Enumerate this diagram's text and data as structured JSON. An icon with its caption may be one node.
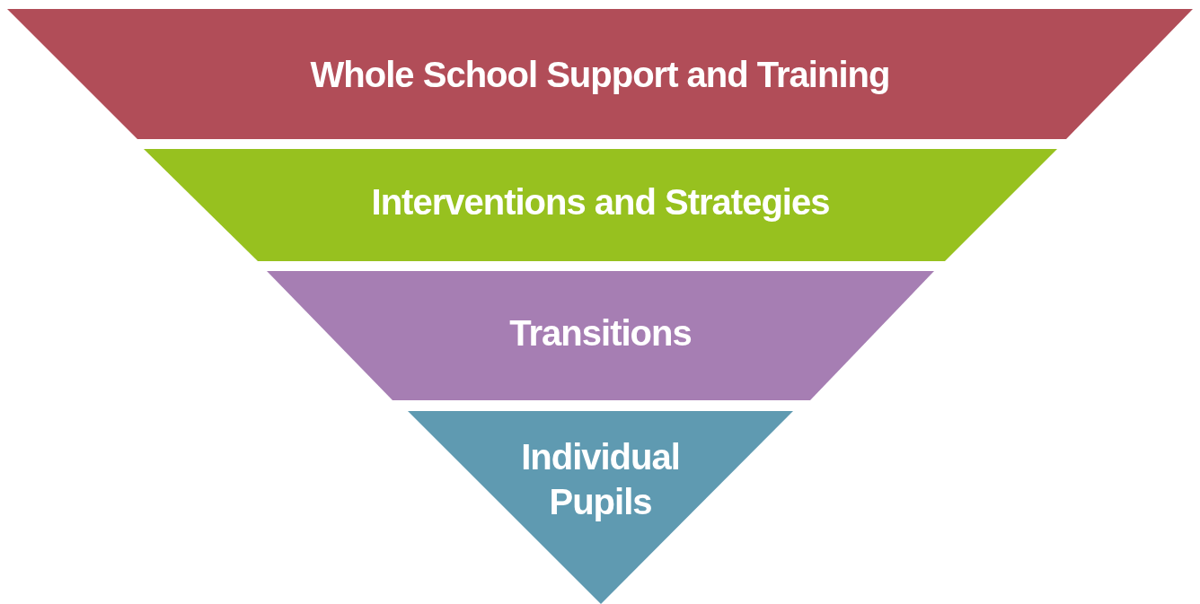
{
  "diagram": {
    "nodes": [
      {
        "text": [
          "Whole School Support and Training"
        ]
      },
      {
        "text": [
          "Interventions and Strategies"
        ]
      },
      {
        "text": [
          "Transitions"
        ]
      },
      {
        "text": [
          "Individual Pupils"
        ]
      }
    ]
  }
}
